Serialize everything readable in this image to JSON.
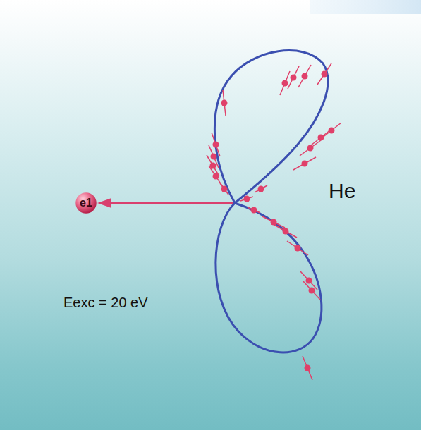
{
  "diagram": {
    "nodes": [
      {
        "text": [
          "e1"
        ]
      }
    ],
    "labels": [
      "He",
      "Eexc = 20 eV"
    ]
  }
}
